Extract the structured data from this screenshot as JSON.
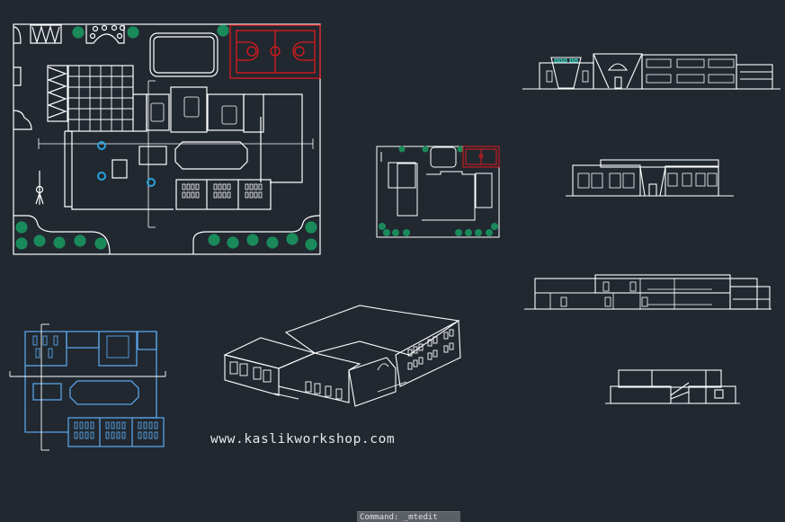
{
  "app": {
    "type": "CAD drawing viewport (model space)",
    "background": "#212830"
  },
  "drawing": {
    "watermark_text": "www.kaslikworkshop.com",
    "views": [
      {
        "name": "site-plan-ground-floor",
        "color": "#ffffff"
      },
      {
        "name": "basketball-court",
        "color": "#e0181c"
      },
      {
        "name": "site-plan-small",
        "color": "#ffffff"
      },
      {
        "name": "first-floor-plan-blue",
        "color": "#5aa3e6"
      },
      {
        "name": "isometric-3d-view",
        "color": "#ffffff"
      },
      {
        "name": "front-elevation",
        "color": "#ffffff"
      },
      {
        "name": "rear-elevation",
        "color": "#ffffff"
      },
      {
        "name": "side-section",
        "color": "#ffffff"
      },
      {
        "name": "end-elevation",
        "color": "#ffffff"
      }
    ],
    "colors": {
      "lines": "#ffffff",
      "court": "#e0181c",
      "trees": "#1a8a5a",
      "columns": "#29a3e0",
      "blue_plan": "#5aa3e6",
      "accent_windows": "#41d6c8"
    }
  },
  "command_line": {
    "text": "Command:  _mtedit"
  }
}
